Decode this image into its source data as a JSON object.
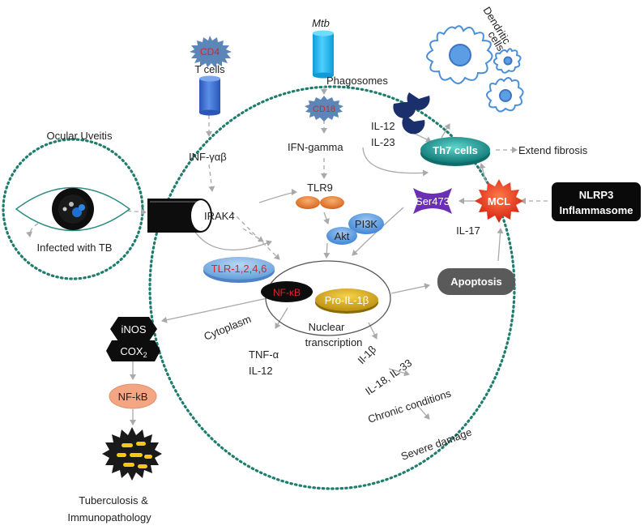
{
  "nodes": {
    "mtb": "Mtb",
    "cd4": "CD4",
    "t_cells": "T cells",
    "phagosomes": "Phagosomes",
    "cd18": "CD18",
    "dendritic_cells_line1": "Dendritic",
    "dendritic_cells_line2": "cells",
    "ocular_uveitis": "Ocular Uveitis",
    "infected_with_tb": "Infected with TB",
    "inf_gamma": "INF-γαβ",
    "ifn_gamma": "IFN-gamma",
    "il12_a": "IL-12",
    "il23": "IL-23",
    "th7_cells": "Th7 cells",
    "extend_fibrosis": "Extend fibrosis",
    "irak4": "IRAK4",
    "tlr9": "TLR9",
    "pi3k": "PI3K",
    "akt": "Akt",
    "ser473": "Ser473",
    "mcl": "MCL",
    "nlrp3_line1": "NLRP3",
    "nlrp3_line2": "Inflammasome",
    "il17": "IL-17",
    "tlr_1246": "TLR-1,2,4,6",
    "nfkb_red": "NF-κB",
    "pro_il1b": "Pro-IL-1β",
    "apoptosis": "Apoptosis",
    "cytoplasm": "Cytoplasm",
    "nuclear_line1": "Nuclear",
    "nuclear_line2": "transcription",
    "inos": "iNOS",
    "cox_main": "COX",
    "cox_sub": "2",
    "tnf_alpha": "TNF-α",
    "il12_b": "IL-12",
    "il1b": "Il-1β",
    "il18_il33": "IL-18, IL-33",
    "chronic_conditions": "Chronic conditions",
    "severe_damage": "Severe damage",
    "nf_kb": "NF-kB",
    "tb_line1": "Tuberculosis &",
    "tb_line2": "Immunopathology"
  },
  "colors": {
    "cell_border": "#1e7d6c",
    "cylinder_blue": "#3b6fd4",
    "cylinder_cyan": "#18b4f0",
    "star_blue": "#5c86b8",
    "th7": "#1a9a96",
    "mcl": "#e8301b",
    "tlr9_orange": "#e9782b",
    "pi3k_blue": "#5a9de0",
    "ser473_purple": "#6b2fb5",
    "pro_il1b_gold": "#d6a513",
    "apoptosis_gray": "#5a5a5a",
    "nfkb_salmon": "#f4a582",
    "dendritic": "#4a8fd8",
    "phagosome_navy": "#1a2f6b",
    "text_red": "#d6262a"
  },
  "icons": [
    "eye-icon",
    "dendritic-cell-icon",
    "phagosome-icon",
    "bacteria-cluster-icon"
  ]
}
